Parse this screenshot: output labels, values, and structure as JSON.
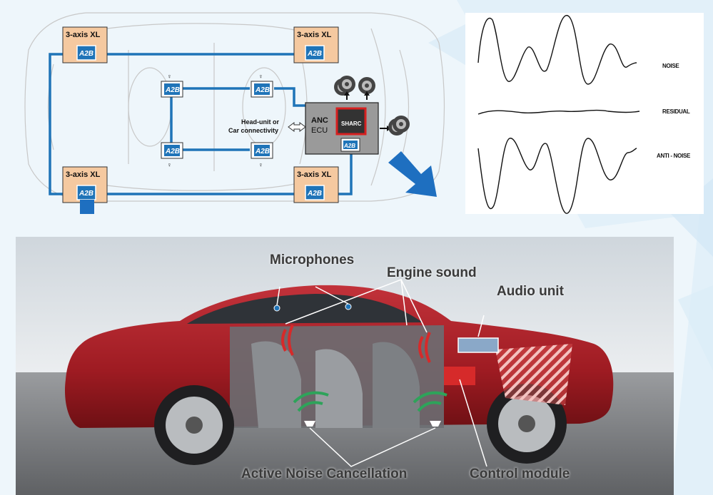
{
  "wiring_diagram": {
    "accelerometer_label": "3-axis XL",
    "bus_node_label": "A2B",
    "head_unit_line1": "Head-unit or",
    "head_unit_line2": "Car connectivity",
    "ecu_line1": "ANC",
    "ecu_line2": "ECU",
    "chip_label": "SHARC"
  },
  "waveforms": {
    "noise_label": "NOISE",
    "residual_label": "RESIDUAL",
    "anti_noise_label": "ANTI - NOISE"
  },
  "photo_callouts": {
    "microphones": "Microphones",
    "engine_sound": "Engine sound",
    "audio_unit": "Audio unit",
    "active_noise_cancellation": "Active Noise Cancellation",
    "control_module": "Control module"
  },
  "colors": {
    "bus_line": "#1f74b8",
    "arrow": "#1e6fc0",
    "accelerometer_box": "#f5c9a0",
    "ecu_box": "#9a9a9a",
    "chip_outline": "#d62020",
    "car_body": "#9e1b22",
    "sound_waves": "#d62a2a",
    "anti_noise_waves": "#2ea35a"
  }
}
